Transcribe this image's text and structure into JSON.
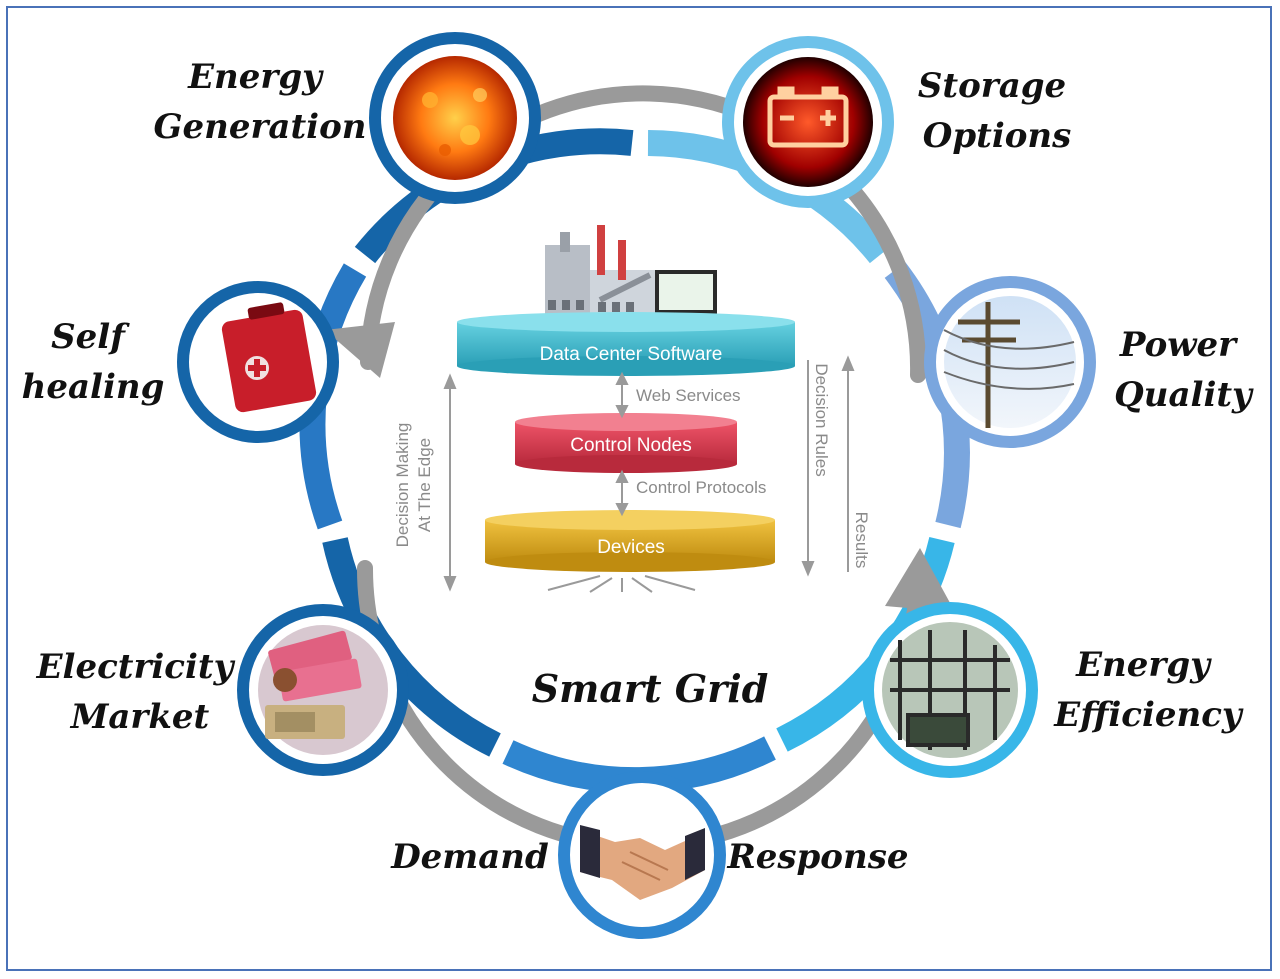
{
  "labels": {
    "energy_generation": [
      "Energy",
      "Generation"
    ],
    "storage_options": [
      "Storage",
      "Options"
    ],
    "power_quality": [
      "Power",
      "Quality"
    ],
    "energy_efficiency": [
      "Energy",
      "Efficiency"
    ],
    "demand": "Demand",
    "response": "Response",
    "electricity_market": [
      "Electricity",
      "Market"
    ],
    "self_healing": [
      "Self",
      "healing"
    ]
  },
  "center": {
    "title": "Smart Grid",
    "data_center_software": "Data Center Software",
    "control_nodes": "Control Nodes",
    "devices": "Devices",
    "web_services": "Web Services",
    "control_protocols": "Control Protocols",
    "decision_making": [
      "Decision Making",
      "At The Edge"
    ],
    "decision_rules": "Decision Rules",
    "results": "Results"
  },
  "colors": {
    "frame": "#4a72b8",
    "ring_dark": "#1565a8",
    "ring_mid": "#2f86d0",
    "ring_light": "#6ec2ea",
    "arrow_gray": "#9a9a9a",
    "teal_disc": "#3fb4c9",
    "red_disc": "#d63a4e",
    "gold_disc": "#d8a820"
  },
  "icons": [
    "sun-icon",
    "battery-icon",
    "power-pole-icon",
    "substation-icon",
    "handshake-icon",
    "money-icon",
    "first-aid-kit-icon",
    "data-center-icon"
  ]
}
